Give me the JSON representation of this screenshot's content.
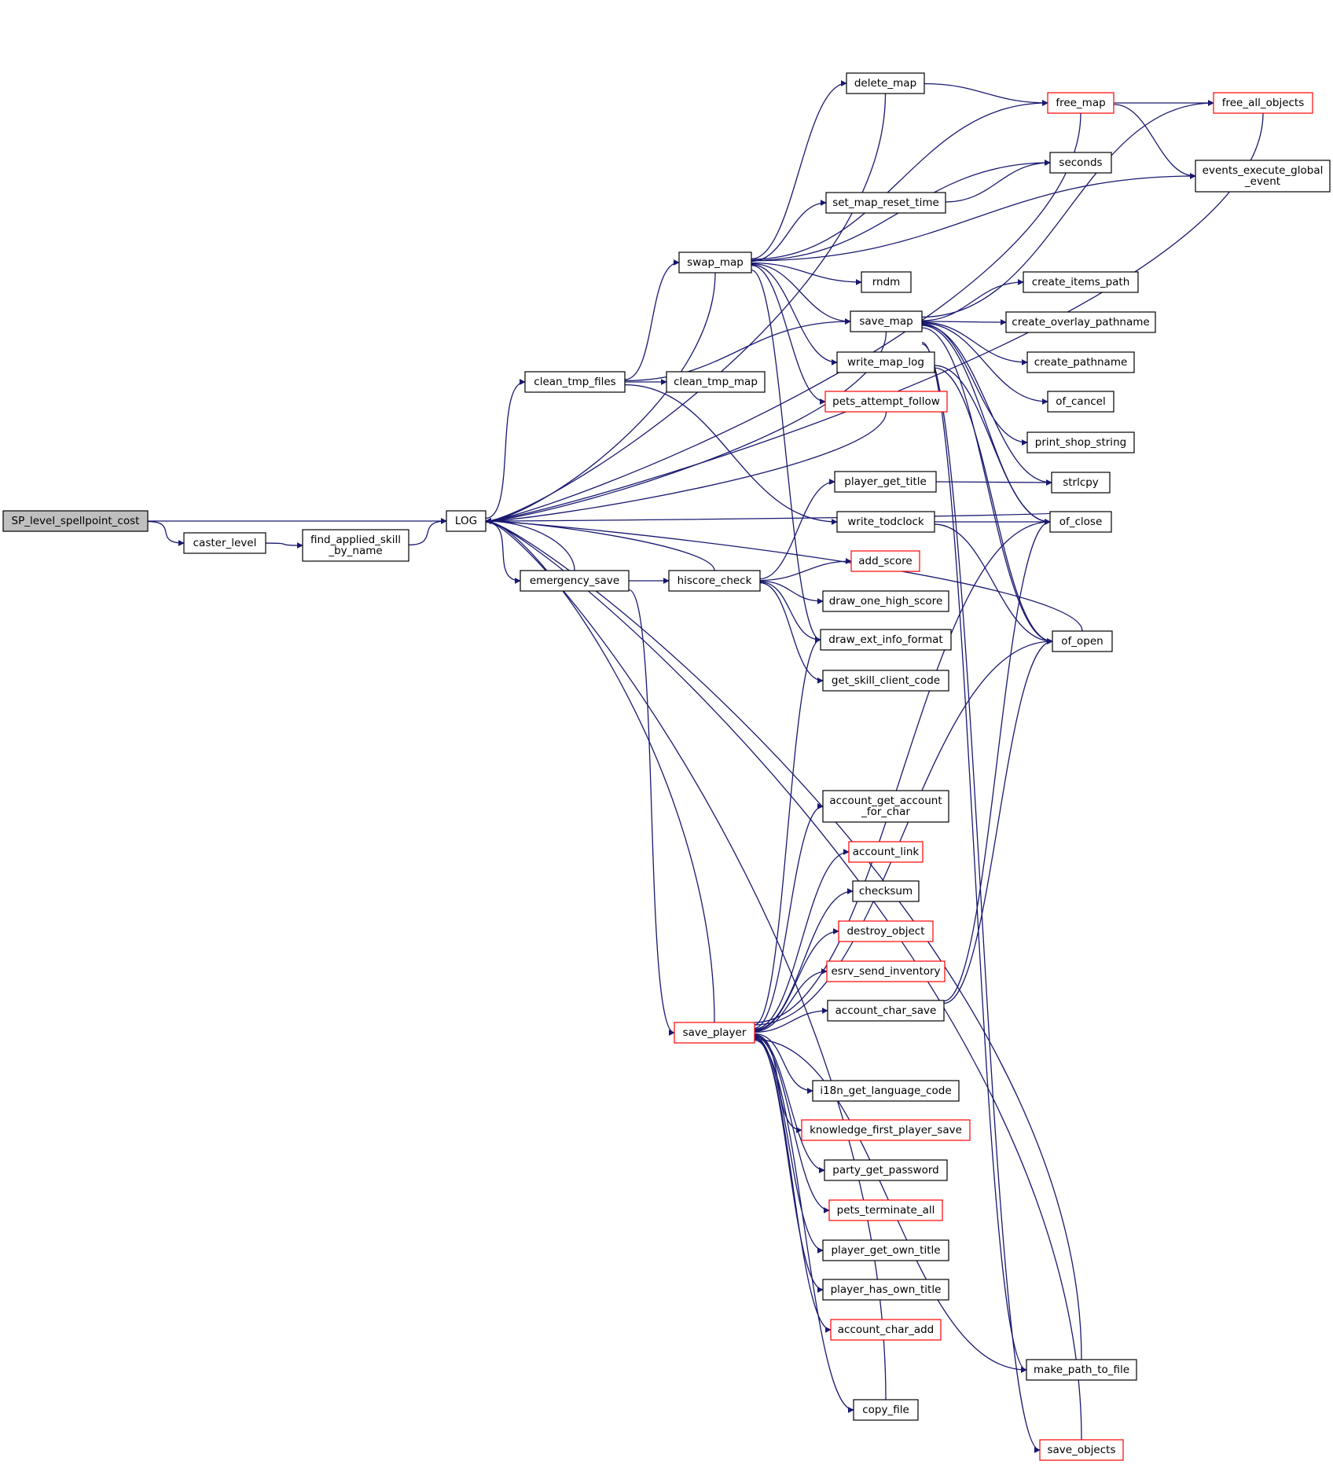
{
  "diagram": {
    "type": "call-graph",
    "colors": {
      "edge": "#191970",
      "node_border": "#000000",
      "truncated_border": "#ff0000",
      "root_fill": "#bfbfbf"
    },
    "nodes": [
      {
        "id": "sp_level",
        "label": "SP_level_spellpoint_cost",
        "style": "root"
      },
      {
        "id": "caster_level",
        "label": "caster_level",
        "style": "normal"
      },
      {
        "id": "find_applied",
        "label": "find_applied_skill\n_by_name",
        "style": "normal"
      },
      {
        "id": "log",
        "label": "LOG",
        "style": "normal"
      },
      {
        "id": "clean_tmp_files",
        "label": "clean_tmp_files",
        "style": "normal"
      },
      {
        "id": "emergency_save",
        "label": "emergency_save",
        "style": "normal"
      },
      {
        "id": "swap_map",
        "label": "swap_map",
        "style": "normal"
      },
      {
        "id": "hiscore_check",
        "label": "hiscore_check",
        "style": "normal"
      },
      {
        "id": "save_player",
        "label": "save_player",
        "style": "red"
      },
      {
        "id": "clean_tmp_map",
        "label": "clean_tmp_map",
        "style": "normal"
      },
      {
        "id": "delete_map",
        "label": "delete_map",
        "style": "normal"
      },
      {
        "id": "set_map_reset_time",
        "label": "set_map_reset_time",
        "style": "normal"
      },
      {
        "id": "rndm",
        "label": "rndm",
        "style": "normal"
      },
      {
        "id": "save_map",
        "label": "save_map",
        "style": "normal"
      },
      {
        "id": "write_map_log",
        "label": "write_map_log",
        "style": "normal"
      },
      {
        "id": "pets_attempt_follow",
        "label": "pets_attempt_follow",
        "style": "red"
      },
      {
        "id": "player_get_title",
        "label": "player_get_title",
        "style": "normal"
      },
      {
        "id": "write_todclock",
        "label": "write_todclock",
        "style": "normal"
      },
      {
        "id": "add_score",
        "label": "add_score",
        "style": "red"
      },
      {
        "id": "draw_one_high_score",
        "label": "draw_one_high_score",
        "style": "normal"
      },
      {
        "id": "draw_ext_info_format",
        "label": "draw_ext_info_format",
        "style": "normal"
      },
      {
        "id": "get_skill_client_code",
        "label": "get_skill_client_code",
        "style": "normal"
      },
      {
        "id": "account_get_account",
        "label": "account_get_account\n_for_char",
        "style": "normal"
      },
      {
        "id": "account_link",
        "label": "account_link",
        "style": "red"
      },
      {
        "id": "checksum",
        "label": "checksum",
        "style": "normal"
      },
      {
        "id": "destroy_object",
        "label": "destroy_object",
        "style": "red"
      },
      {
        "id": "esrv_send_inventory",
        "label": "esrv_send_inventory",
        "style": "red"
      },
      {
        "id": "account_char_save",
        "label": "account_char_save",
        "style": "normal"
      },
      {
        "id": "i18n_get_language_code",
        "label": "i18n_get_language_code",
        "style": "normal"
      },
      {
        "id": "knowledge_first_player_save",
        "label": "knowledge_first_player_save",
        "style": "red"
      },
      {
        "id": "party_get_password",
        "label": "party_get_password",
        "style": "normal"
      },
      {
        "id": "pets_terminate_all",
        "label": "pets_terminate_all",
        "style": "red"
      },
      {
        "id": "player_get_own_title",
        "label": "player_get_own_title",
        "style": "normal"
      },
      {
        "id": "player_has_own_title",
        "label": "player_has_own_title",
        "style": "normal"
      },
      {
        "id": "account_char_add",
        "label": "account_char_add",
        "style": "red"
      },
      {
        "id": "copy_file",
        "label": "copy_file",
        "style": "normal"
      },
      {
        "id": "free_map",
        "label": "free_map",
        "style": "red"
      },
      {
        "id": "seconds",
        "label": "seconds",
        "style": "normal"
      },
      {
        "id": "create_items_path",
        "label": "create_items_path",
        "style": "normal"
      },
      {
        "id": "create_overlay_pathname",
        "label": "create_overlay_pathname",
        "style": "normal"
      },
      {
        "id": "create_pathname",
        "label": "create_pathname",
        "style": "normal"
      },
      {
        "id": "of_cancel",
        "label": "of_cancel",
        "style": "normal"
      },
      {
        "id": "print_shop_string",
        "label": "print_shop_string",
        "style": "normal"
      },
      {
        "id": "strlcpy",
        "label": "strlcpy",
        "style": "normal"
      },
      {
        "id": "of_close",
        "label": "of_close",
        "style": "normal"
      },
      {
        "id": "of_open",
        "label": "of_open",
        "style": "normal"
      },
      {
        "id": "make_path_to_file",
        "label": "make_path_to_file",
        "style": "normal"
      },
      {
        "id": "save_objects",
        "label": "save_objects",
        "style": "red"
      },
      {
        "id": "free_all_objects",
        "label": "free_all_objects",
        "style": "red"
      },
      {
        "id": "events_execute",
        "label": "events_execute_global\n_event",
        "style": "normal"
      }
    ],
    "edges": [
      {
        "from": "sp_level",
        "to": "log"
      },
      {
        "from": "sp_level",
        "to": "caster_level"
      },
      {
        "from": "caster_level",
        "to": "find_applied"
      },
      {
        "from": "find_applied",
        "to": "log"
      },
      {
        "from": "log",
        "to": "clean_tmp_files"
      },
      {
        "from": "log",
        "to": "emergency_save"
      },
      {
        "from": "clean_tmp_files",
        "to": "swap_map"
      },
      {
        "from": "clean_tmp_files",
        "to": "save_map"
      },
      {
        "from": "clean_tmp_files",
        "to": "clean_tmp_map"
      },
      {
        "from": "clean_tmp_files",
        "to": "write_todclock"
      },
      {
        "from": "emergency_save",
        "to": "hiscore_check"
      },
      {
        "from": "emergency_save",
        "to": "save_player"
      },
      {
        "from": "emergency_save",
        "to": "log"
      },
      {
        "from": "swap_map",
        "to": "delete_map"
      },
      {
        "from": "swap_map",
        "to": "free_map"
      },
      {
        "from": "swap_map",
        "to": "seconds"
      },
      {
        "from": "swap_map",
        "to": "set_map_reset_time"
      },
      {
        "from": "swap_map",
        "to": "events_execute"
      },
      {
        "from": "swap_map",
        "to": "rndm"
      },
      {
        "from": "swap_map",
        "to": "save_map"
      },
      {
        "from": "swap_map",
        "to": "write_map_log"
      },
      {
        "from": "swap_map",
        "to": "pets_attempt_follow"
      },
      {
        "from": "swap_map",
        "to": "draw_ext_info_format"
      },
      {
        "from": "swap_map",
        "to": "log"
      },
      {
        "from": "delete_map",
        "to": "free_map"
      },
      {
        "from": "delete_map",
        "to": "log"
      },
      {
        "from": "free_map",
        "to": "free_all_objects"
      },
      {
        "from": "free_map",
        "to": "events_execute"
      },
      {
        "from": "free_map",
        "to": "log"
      },
      {
        "from": "free_all_objects",
        "to": "log"
      },
      {
        "from": "set_map_reset_time",
        "to": "seconds"
      },
      {
        "from": "save_map",
        "to": "create_items_path"
      },
      {
        "from": "save_map",
        "to": "create_overlay_pathname"
      },
      {
        "from": "save_map",
        "to": "create_pathname"
      },
      {
        "from": "save_map",
        "to": "of_cancel"
      },
      {
        "from": "save_map",
        "to": "print_shop_string"
      },
      {
        "from": "save_map",
        "to": "strlcpy"
      },
      {
        "from": "save_map",
        "to": "of_close"
      },
      {
        "from": "save_map",
        "to": "of_open"
      },
      {
        "from": "save_map",
        "to": "make_path_to_file"
      },
      {
        "from": "save_map",
        "to": "save_objects"
      },
      {
        "from": "save_map",
        "to": "free_all_objects"
      },
      {
        "from": "save_map",
        "to": "log"
      },
      {
        "from": "write_map_log",
        "to": "of_close"
      },
      {
        "from": "write_map_log",
        "to": "of_open"
      },
      {
        "from": "pets_attempt_follow",
        "to": "log"
      },
      {
        "from": "write_todclock",
        "to": "of_close"
      },
      {
        "from": "write_todclock",
        "to": "of_open"
      },
      {
        "from": "hiscore_check",
        "to": "player_get_title"
      },
      {
        "from": "hiscore_check",
        "to": "add_score"
      },
      {
        "from": "hiscore_check",
        "to": "draw_one_high_score"
      },
      {
        "from": "hiscore_check",
        "to": "draw_ext_info_format"
      },
      {
        "from": "hiscore_check",
        "to": "get_skill_client_code"
      },
      {
        "from": "hiscore_check",
        "to": "log"
      },
      {
        "from": "player_get_title",
        "to": "strlcpy"
      },
      {
        "from": "of_close",
        "to": "log"
      },
      {
        "from": "of_open",
        "to": "log"
      },
      {
        "from": "save_player",
        "to": "account_get_account"
      },
      {
        "from": "save_player",
        "to": "account_link"
      },
      {
        "from": "save_player",
        "to": "checksum"
      },
      {
        "from": "save_player",
        "to": "destroy_object"
      },
      {
        "from": "save_player",
        "to": "esrv_send_inventory"
      },
      {
        "from": "save_player",
        "to": "account_char_save"
      },
      {
        "from": "save_player",
        "to": "draw_ext_info_format"
      },
      {
        "from": "save_player",
        "to": "of_close"
      },
      {
        "from": "save_player",
        "to": "of_open"
      },
      {
        "from": "save_player",
        "to": "i18n_get_language_code"
      },
      {
        "from": "save_player",
        "to": "knowledge_first_player_save"
      },
      {
        "from": "save_player",
        "to": "party_get_password"
      },
      {
        "from": "save_player",
        "to": "pets_terminate_all"
      },
      {
        "from": "save_player",
        "to": "player_get_own_title"
      },
      {
        "from": "save_player",
        "to": "player_has_own_title"
      },
      {
        "from": "save_player",
        "to": "account_char_add"
      },
      {
        "from": "save_player",
        "to": "make_path_to_file"
      },
      {
        "from": "save_player",
        "to": "copy_file"
      },
      {
        "from": "save_player",
        "to": "log"
      },
      {
        "from": "account_char_save",
        "to": "of_close"
      },
      {
        "from": "account_char_save",
        "to": "of_open"
      },
      {
        "from": "copy_file",
        "to": "log"
      },
      {
        "from": "make_path_to_file",
        "to": "log"
      },
      {
        "from": "save_objects",
        "to": "log"
      }
    ]
  }
}
